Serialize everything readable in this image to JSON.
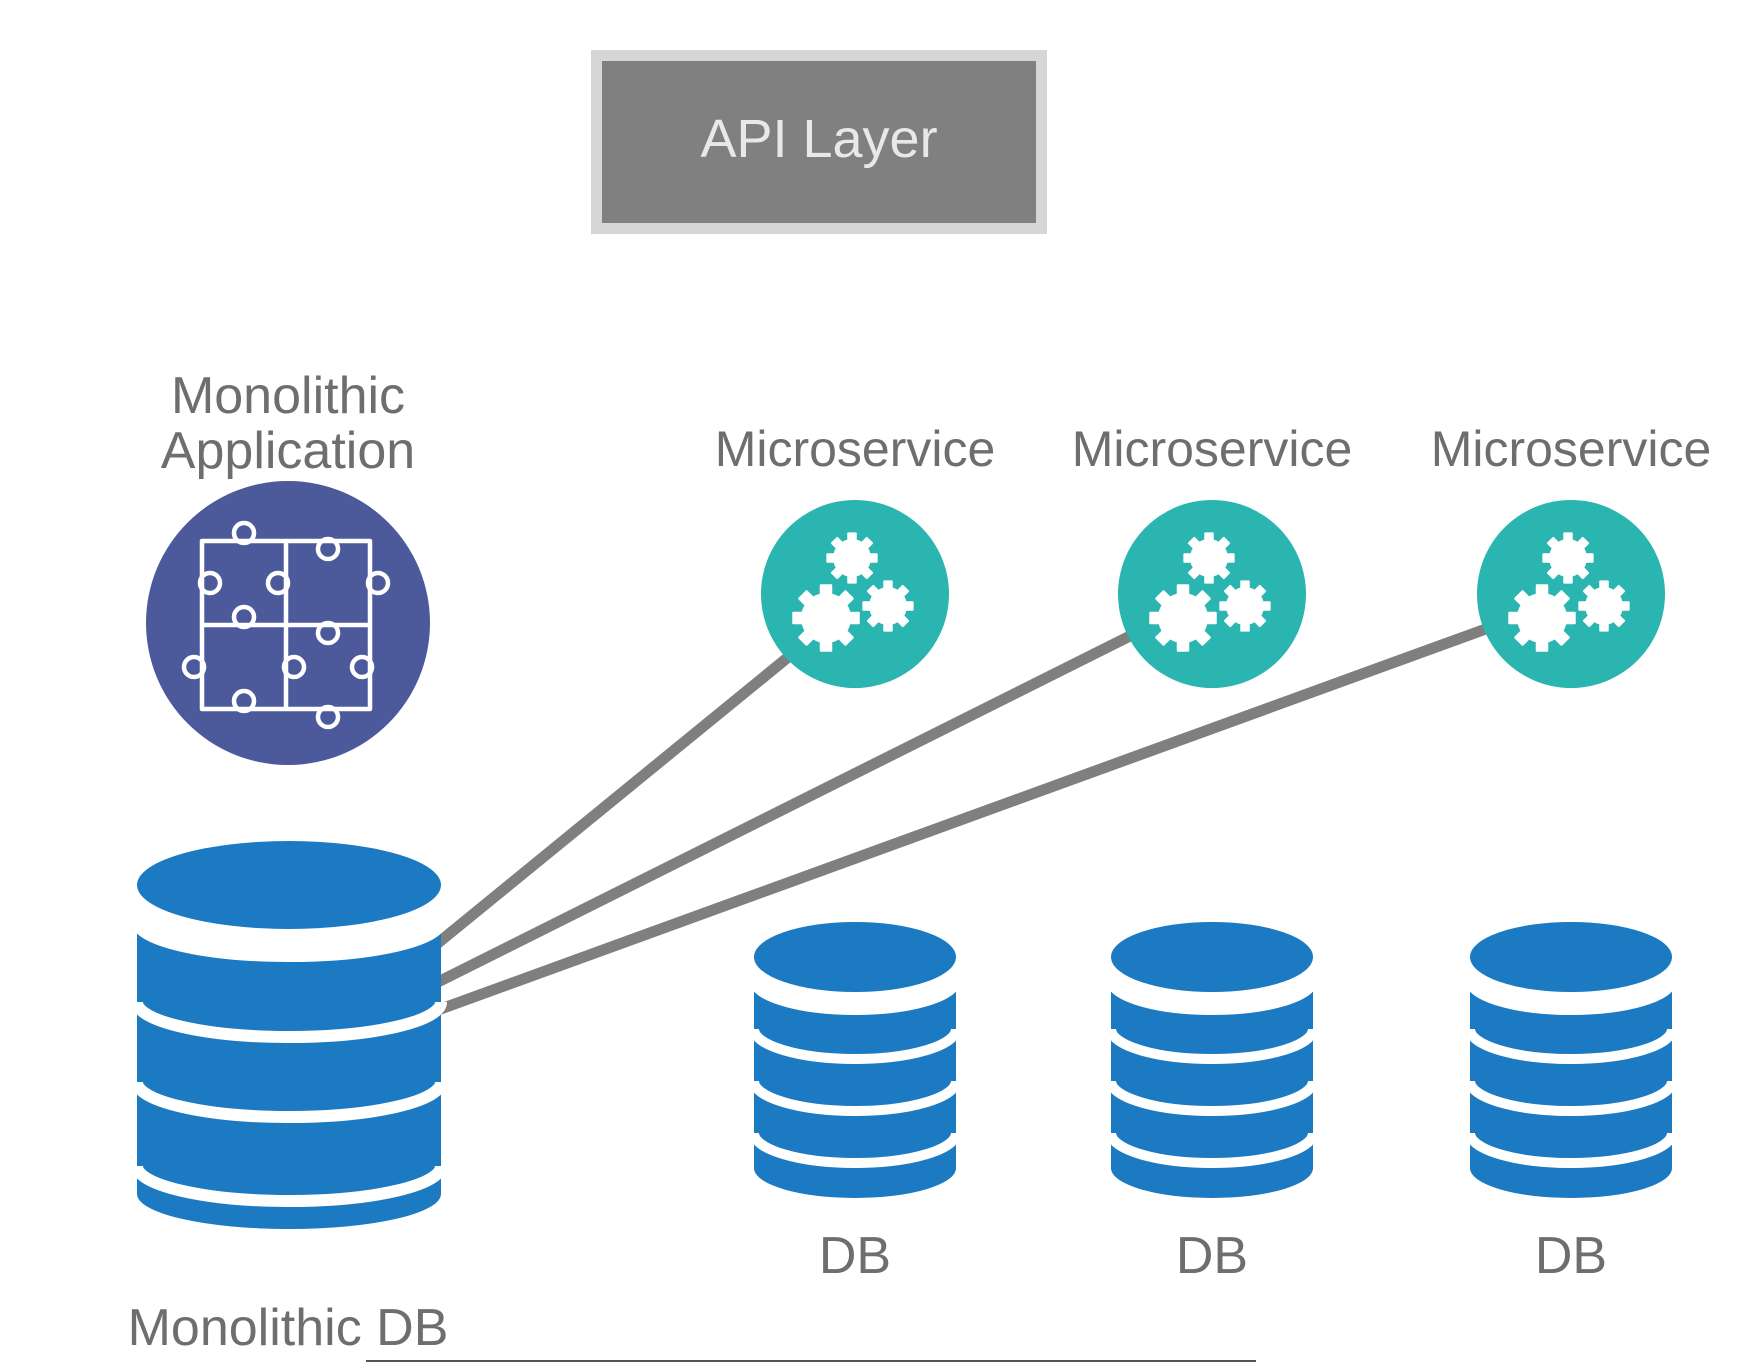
{
  "api_layer": {
    "label": "API Layer"
  },
  "monolith": {
    "app_label_line1": "Monolithic",
    "app_label_line2": "Application",
    "db_label": "Monolithic DB",
    "app_icon": "puzzle-icon",
    "db_icon": "database-icon"
  },
  "microservices": [
    {
      "label": "Microservice",
      "db_label": "DB",
      "icon": "gears-icon"
    },
    {
      "label": "Microservice",
      "db_label": "DB",
      "icon": "gears-icon"
    },
    {
      "label": "Microservice",
      "db_label": "DB",
      "icon": "gears-icon"
    }
  ],
  "colors": {
    "api_box_fill": "#808080",
    "api_box_border": "#d6d6d6",
    "api_text": "#e8e8e8",
    "label_text": "#6e6e6e",
    "monolith_circle": "#4c5a9c",
    "microservice_circle": "#2bb5b0",
    "database": "#1b7ac2",
    "connector": "#7f7f7f"
  }
}
